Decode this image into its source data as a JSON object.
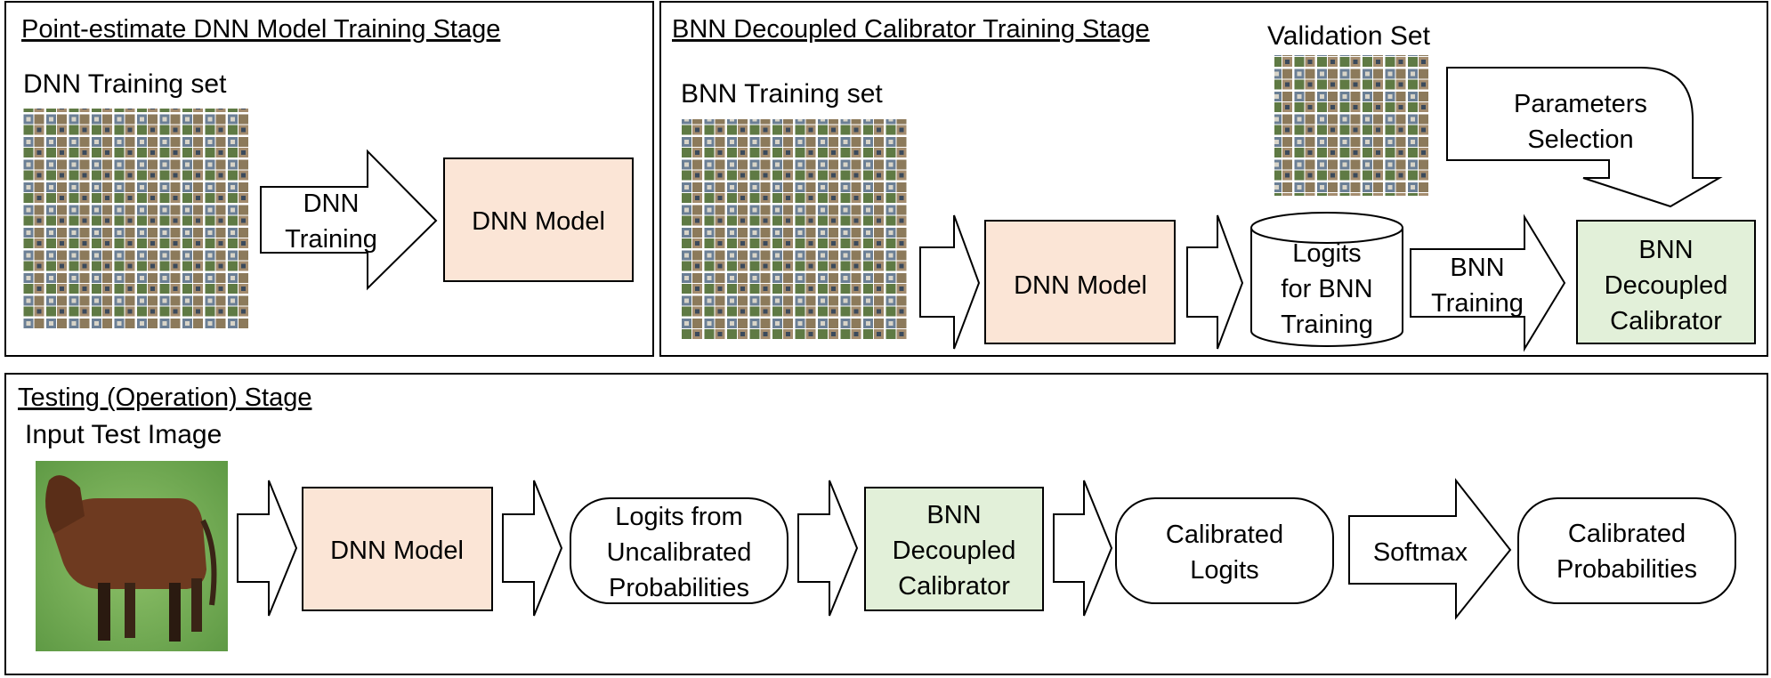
{
  "stages": {
    "training": {
      "title": "Point-estimate DNN Model Training Stage",
      "dataset_label": "DNN Training set",
      "arrow_label": [
        "DNN",
        "Training"
      ],
      "model_label": "DNN Model"
    },
    "calibrator": {
      "title": "BNN Decoupled Calibrator Training Stage",
      "dataset_label": "BNN Training set",
      "validation_label": "Validation Set",
      "selection_label": [
        "Parameters",
        "Selection"
      ],
      "model_label": "DNN Model",
      "logits_label": [
        "Logits",
        "for BNN",
        "Training"
      ],
      "arrow_label": [
        "BNN",
        "Training"
      ],
      "calibrator_label": [
        "BNN",
        "Decoupled",
        "Calibrator"
      ]
    },
    "testing": {
      "title": "Testing (Operation) Stage",
      "input_label": "Input Test Image",
      "model_label": "DNN Model",
      "logits_label": [
        "Logits from",
        "Uncalibrated",
        "Probabilities"
      ],
      "calibrator_label": [
        "BNN",
        "Decoupled",
        "Calibrator"
      ],
      "calibrated_logits_label": [
        "Calibrated",
        "Logits"
      ],
      "softmax_label": "Softmax",
      "probabilities_label": [
        "Calibrated",
        "Probabilities"
      ]
    }
  },
  "icons": {
    "image_grid": "image-grid-thumbnails",
    "test_image": "horse-photo"
  },
  "colors": {
    "dnn_fill": "#fbe5d6",
    "calibrator_fill": "#e2f0d9",
    "stroke": "#000000"
  }
}
